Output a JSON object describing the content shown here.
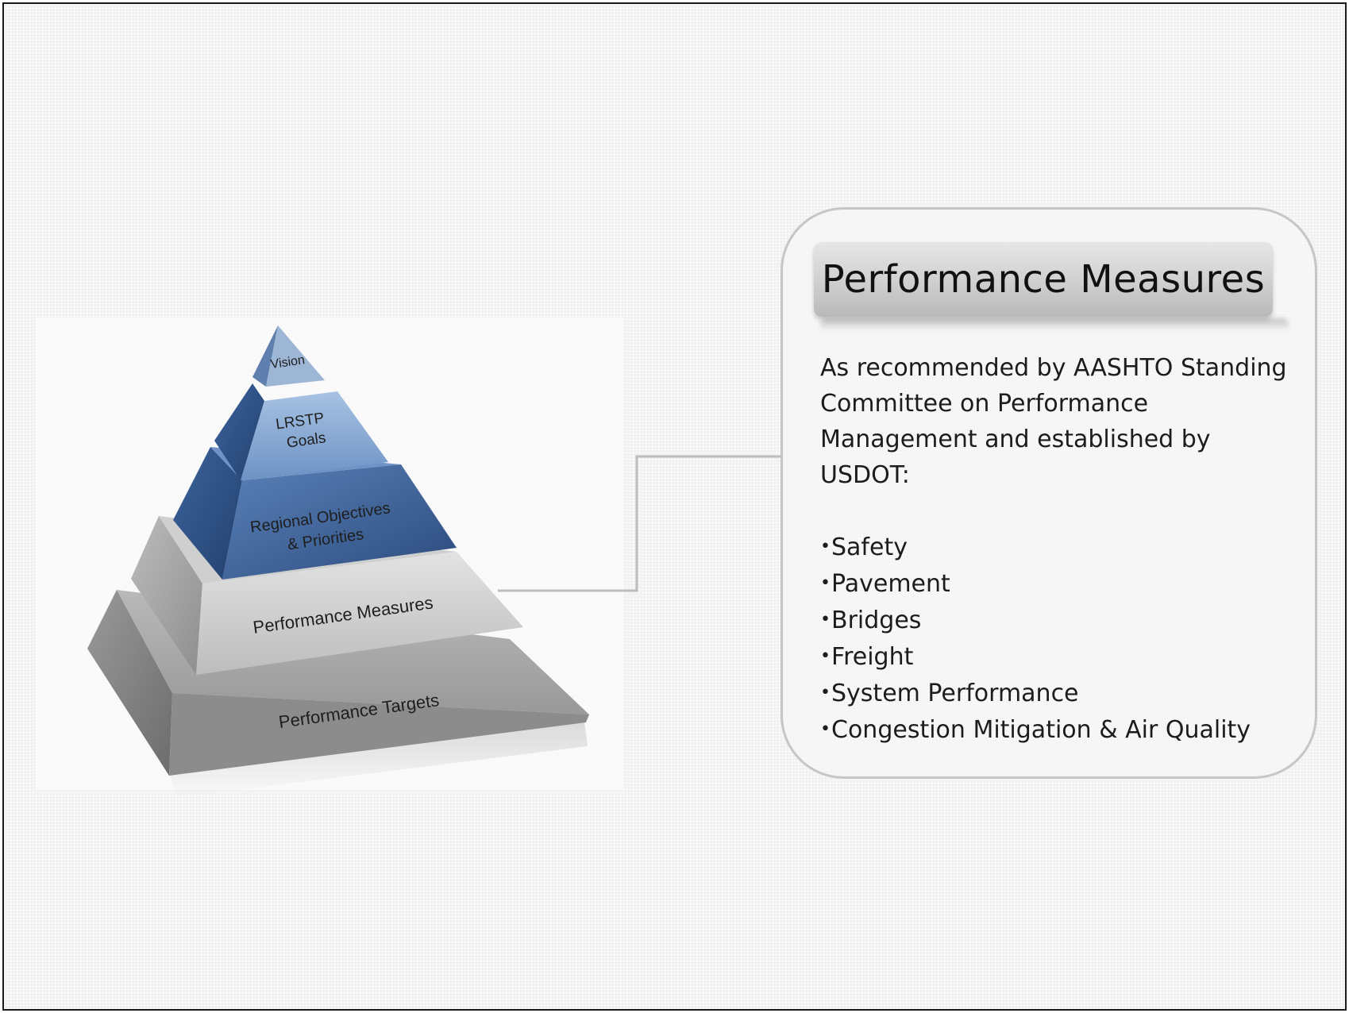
{
  "pyramid": {
    "tiers": [
      {
        "id": "vision",
        "lines": [
          "Vision"
        ]
      },
      {
        "id": "goals",
        "lines": [
          "LRSTP",
          "Goals"
        ]
      },
      {
        "id": "objectives",
        "lines": [
          "Regional Objectives",
          "& Priorities"
        ]
      },
      {
        "id": "measures",
        "lines": [
          "Performance Measures"
        ]
      },
      {
        "id": "targets",
        "lines": [
          "Performance Targets"
        ]
      }
    ]
  },
  "callout": {
    "title": "Performance Measures",
    "intro": "As recommended by AASHTO Standing Committee on Performance Management and established by USDOT:",
    "bullet_char": "•",
    "items": [
      "Safety",
      "Pavement",
      "Bridges",
      "Freight",
      "System Performance",
      "Congestion Mitigation & Air Quality"
    ]
  },
  "colors": {
    "blue_light": "#8fb0d8",
    "blue_mid": "#5b82b8",
    "blue_dark": "#2e4f82",
    "gray_light": "#d6d6d6",
    "gray_mid": "#b4b4b4",
    "gray_dark": "#8a8a8a",
    "callout_border": "#c6c6c6",
    "connector": "#bdbdbd"
  }
}
